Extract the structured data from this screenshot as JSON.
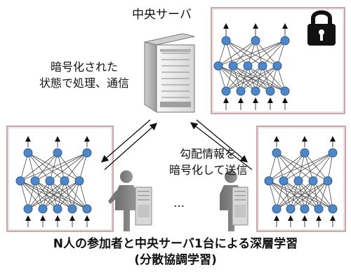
{
  "diagram": {
    "central_server_label": "中央サーバ",
    "encrypted_processing_lines": [
      "暗号化された",
      "状態で処理、通信"
    ],
    "gradient_encryption_lines": [
      "勾配情報を",
      "暗号化して送信"
    ],
    "ellipsis": "…",
    "caption_lines": [
      "N人の参加者と中央サーバ1台による深層学習",
      "(分散協調学習)"
    ],
    "icons": {
      "server": "server-icon",
      "lock": "lock-icon",
      "neural_network": "neural-network-icon",
      "participant": "person-with-computer-icon"
    }
  }
}
